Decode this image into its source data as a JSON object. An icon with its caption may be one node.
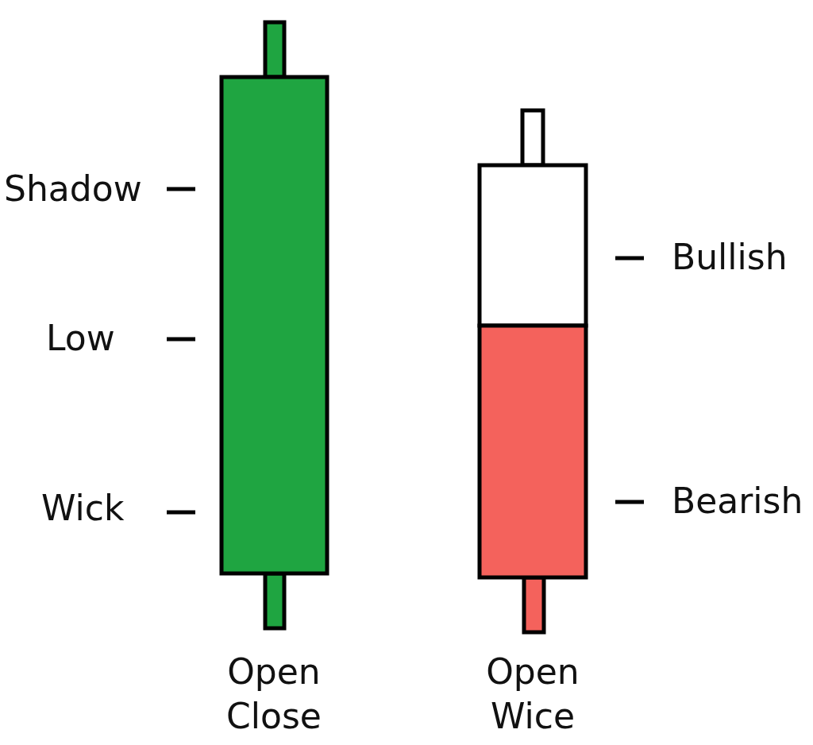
{
  "diagram": {
    "labels": [
      "Shadow",
      "Bullish",
      "Low",
      "Wick",
      "Bearish",
      "Open Close",
      "Open Wice"
    ]
  }
}
